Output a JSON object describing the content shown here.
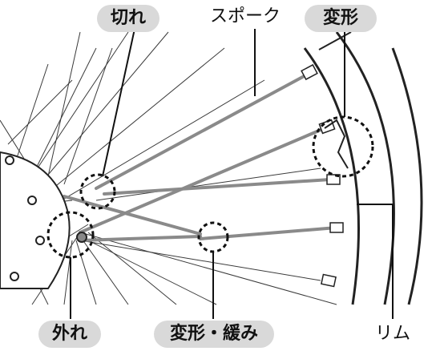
{
  "labels": {
    "cut": "切れ",
    "spoke": "スポーク",
    "deform": "変形",
    "detached": "外れ",
    "deform_loose": "変形・緩み",
    "rim": "リム"
  },
  "colors": {
    "spoke_highlight": "#8a8a8a",
    "line": "#222222",
    "pill_bg": "#d9d9d9"
  }
}
